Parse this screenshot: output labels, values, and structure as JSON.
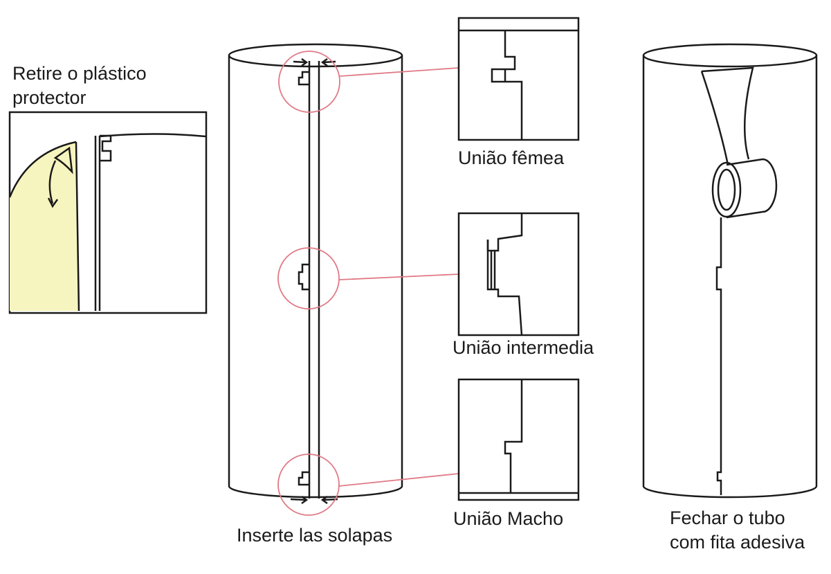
{
  "labels": {
    "remove_plastic_1": "Retire o plástico",
    "remove_plastic_2": "protector",
    "insert_flaps": "Inserte las solapas",
    "female_joint": "União fêmea",
    "middle_joint": "União intermedia",
    "male_joint": "União Macho",
    "close_tube_1": "Fechar o tubo",
    "close_tube_2": "com fita adesiva"
  },
  "colors": {
    "line": "#1a1a1a",
    "callout": "#e07a86",
    "protective_plastic": "#f7f5bf"
  }
}
